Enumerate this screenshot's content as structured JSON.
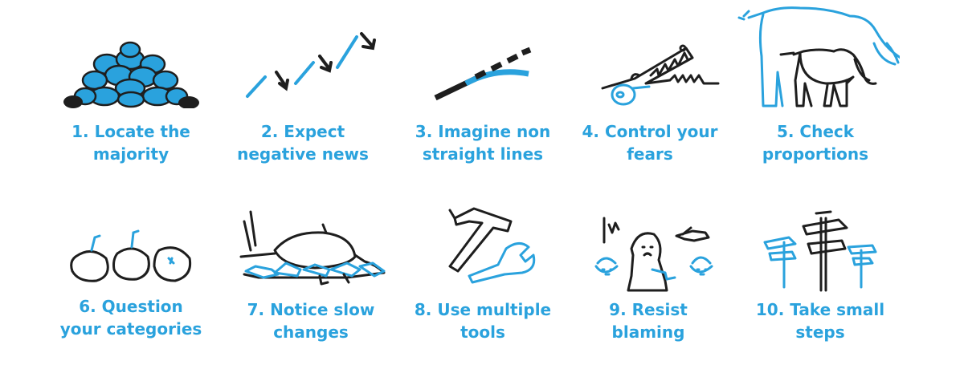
{
  "colors": {
    "accent": "#2aa2dd",
    "ink": "#1e1e1e"
  },
  "steps": [
    {
      "icon": "rock-pile-icon",
      "line1": "1. Locate the",
      "line2": "majority"
    },
    {
      "icon": "zigzag-arrows-icon",
      "line1": "2. Expect",
      "line2": "negative news"
    },
    {
      "icon": "curved-line-icon",
      "line1": "3. Imagine non",
      "line2": "straight lines"
    },
    {
      "icon": "key-saw-icon",
      "line1": "4. Control your",
      "line2": "fears"
    },
    {
      "icon": "elephants-icon",
      "line1": "5. Check",
      "line2": "proportions"
    },
    {
      "icon": "fruits-icon",
      "line1": "6. Question",
      "line2": "your categories"
    },
    {
      "icon": "turtle-rock-icon",
      "line1": "7. Notice slow",
      "line2": "changes"
    },
    {
      "icon": "hammer-wrench-icon",
      "line1": "8. Use multiple",
      "line2": "tools"
    },
    {
      "icon": "blaming-people-icon",
      "line1": "9. Resist",
      "line2": "blaming"
    },
    {
      "icon": "signposts-icon",
      "line1": "10. Take small",
      "line2": "steps"
    }
  ]
}
